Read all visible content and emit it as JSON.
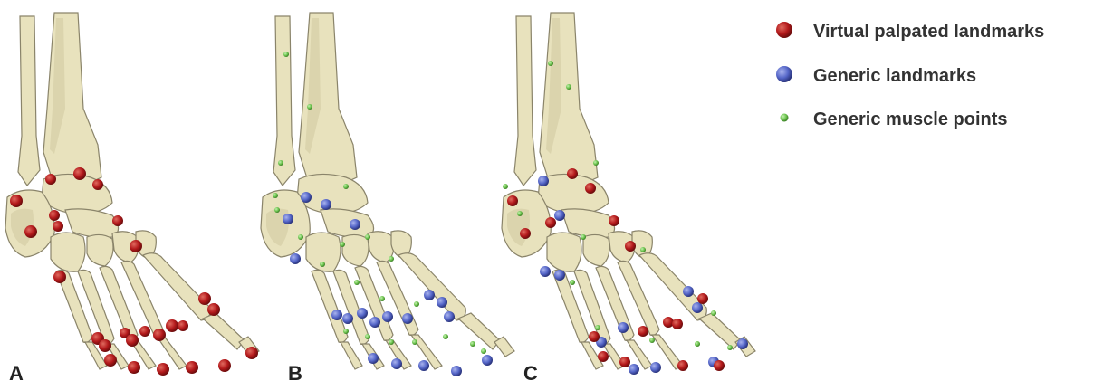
{
  "panels": [
    {
      "label": "A"
    },
    {
      "label": "B"
    },
    {
      "label": "C"
    }
  ],
  "legend": {
    "items": [
      {
        "label": "Virtual palpated landmarks",
        "color": "#b3191b",
        "marker": "large"
      },
      {
        "label": "Generic landmarks",
        "color": "#5566c8",
        "marker": "large"
      },
      {
        "label": "Generic muscle points",
        "color": "#6cc44e",
        "marker": "small"
      }
    ]
  },
  "colors": {
    "bone": "#e8e2bd",
    "bone_outline": "#8a846a",
    "virtual_palpated": "#b3191b",
    "generic_landmark": "#5566c8",
    "muscle_point": "#6cc44e"
  }
}
